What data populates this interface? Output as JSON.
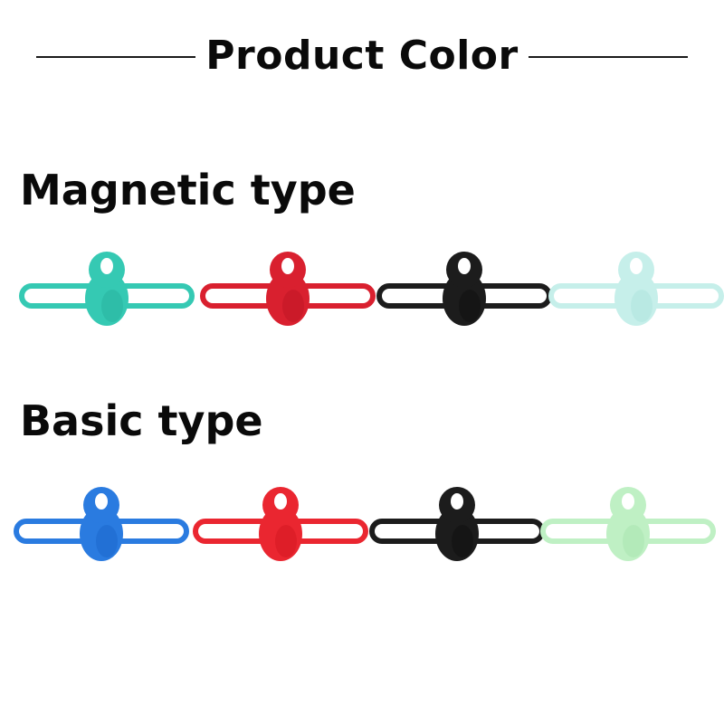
{
  "header": {
    "title": "Product Color"
  },
  "sections": [
    {
      "heading": "Magnetic type",
      "straps": [
        {
          "icon": "teal-strap-icon",
          "color": "#35c9b3",
          "shade": "#25b09b"
        },
        {
          "icon": "red-strap-icon",
          "color": "#d9202f",
          "shade": "#bb1424"
        },
        {
          "icon": "black-strap-icon",
          "color": "#1c1c1c",
          "shade": "#0d0d0d"
        },
        {
          "icon": "mint-strap-icon",
          "color": "#c6efea",
          "shade": "#a9e2db"
        }
      ]
    },
    {
      "heading": "Basic type",
      "straps": [
        {
          "icon": "blue-strap-icon",
          "color": "#2a7be0",
          "shade": "#1864c8"
        },
        {
          "icon": "red-strap-icon",
          "color": "#ea2630",
          "shade": "#d0161f"
        },
        {
          "icon": "black-strap-icon",
          "color": "#1c1c1c",
          "shade": "#0d0d0d"
        },
        {
          "icon": "light-green-strap-icon",
          "color": "#bff0c4",
          "shade": "#a5e3ac"
        }
      ]
    }
  ]
}
